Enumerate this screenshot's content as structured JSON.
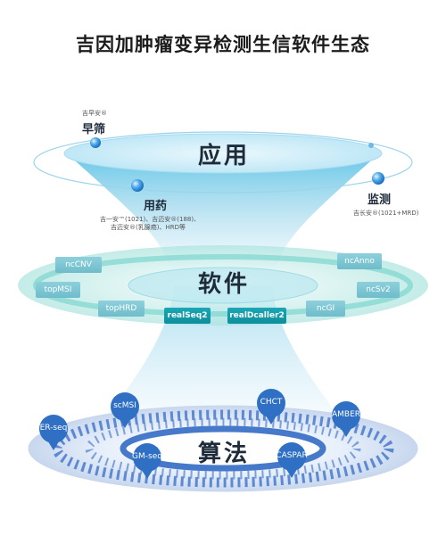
{
  "title": "吉因加肿瘤变异检测生信软件生态",
  "layers": {
    "application": "应用",
    "software": "软件",
    "algorithm": "算法"
  },
  "application_nodes": {
    "screening": {
      "title": "早筛",
      "sub": "吉早安®"
    },
    "medication": {
      "title": "用药",
      "sub_line1": "吉一安™(1021)、吉迈安®(188)、",
      "sub_line2": "吉迈安®(乳腺癌)、HRD等"
    },
    "monitoring": {
      "title": "监测",
      "sub": "吉长安®(1021+MRD)"
    }
  },
  "software_tags": {
    "ncCNV": "ncCNV",
    "topMSI": "topMSI",
    "topHRD": "topHRD",
    "realSeq2": "realSeq2",
    "realDcaller2": "realDcaller2",
    "ncGI": "ncGI",
    "ncSv2": "ncSv2",
    "ncAnno": "ncAnno"
  },
  "algorithm_pins": {
    "ER_seq": "ER-seq",
    "scMSI": "scMSI",
    "GM_seq": "GM-seq",
    "CHCT": "CHCT",
    "CASPAR": "CASPAR",
    "AMBER": "AMBER"
  },
  "colors": {
    "accent": "#1aa7b6",
    "light_tag": "#7fc6d3",
    "pin": "#2f6fc4",
    "ring": "#3e73c7"
  }
}
